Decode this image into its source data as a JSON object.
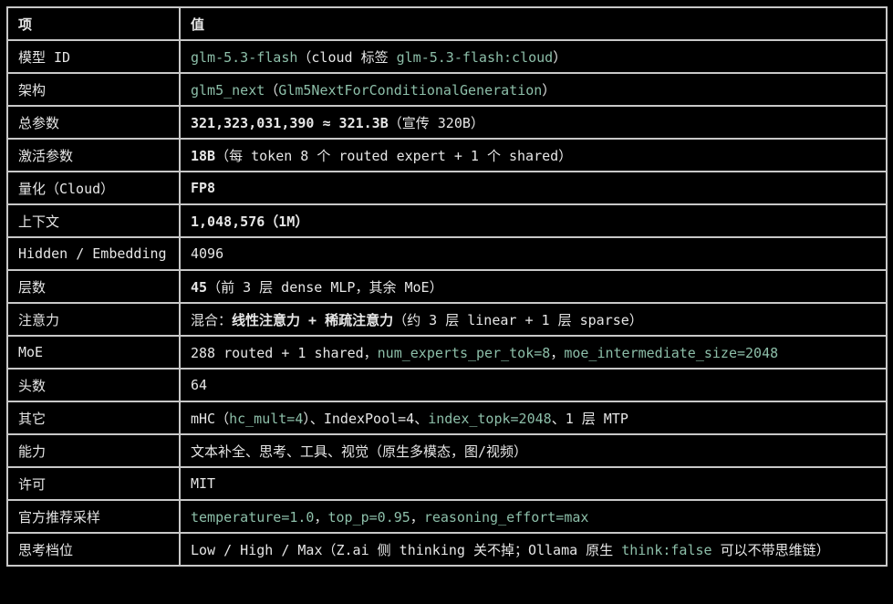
{
  "header": {
    "key": "项",
    "value": "值"
  },
  "rows": [
    {
      "key": "模型 ID",
      "value": [
        {
          "t": "glm-5.3-flash",
          "s": "code"
        },
        {
          "t": "（cloud 标签 ",
          "s": "p"
        },
        {
          "t": "glm-5.3-flash:cloud",
          "s": "code"
        },
        {
          "t": "）",
          "s": "p"
        }
      ]
    },
    {
      "key": "架构",
      "value": [
        {
          "t": "glm5_next",
          "s": "code"
        },
        {
          "t": "（",
          "s": "p"
        },
        {
          "t": "Glm5NextForConditionalGeneration",
          "s": "code"
        },
        {
          "t": "）",
          "s": "p"
        }
      ]
    },
    {
      "key": "总参数",
      "value": [
        {
          "t": "321,323,031,390 ≈ 321.3B",
          "s": "b"
        },
        {
          "t": "（宣传 320B）",
          "s": "p"
        }
      ]
    },
    {
      "key": "激活参数",
      "value": [
        {
          "t": "18B",
          "s": "b"
        },
        {
          "t": "（每 token 8 个 routed expert + 1 个 shared）",
          "s": "p"
        }
      ]
    },
    {
      "key": "量化（Cloud）",
      "value": [
        {
          "t": "FP8",
          "s": "b"
        }
      ]
    },
    {
      "key": "上下文",
      "value": [
        {
          "t": "1,048,576（1M）",
          "s": "b"
        }
      ]
    },
    {
      "key": "Hidden / Embedding",
      "value": [
        {
          "t": "4096",
          "s": "p"
        }
      ]
    },
    {
      "key": "层数",
      "value": [
        {
          "t": "45",
          "s": "b"
        },
        {
          "t": "（前 3 层 dense MLP，其余 MoE）",
          "s": "p"
        }
      ]
    },
    {
      "key": "注意力",
      "value": [
        {
          "t": "混合：",
          "s": "p"
        },
        {
          "t": "线性注意力 + 稀疏注意力",
          "s": "b"
        },
        {
          "t": "（约 3 层 linear + 1 层 sparse）",
          "s": "p"
        }
      ]
    },
    {
      "key": "MoE",
      "value": [
        {
          "t": "288 routed + 1 shared，",
          "s": "p"
        },
        {
          "t": "num_experts_per_tok=8",
          "s": "code"
        },
        {
          "t": "，",
          "s": "p"
        },
        {
          "t": "moe_intermediate_size=2048",
          "s": "code"
        }
      ]
    },
    {
      "key": "头数",
      "value": [
        {
          "t": "64",
          "s": "p"
        }
      ]
    },
    {
      "key": "其它",
      "value": [
        {
          "t": "mHC（",
          "s": "p"
        },
        {
          "t": "hc_mult=4",
          "s": "code"
        },
        {
          "t": "）、IndexPool=4、",
          "s": "p"
        },
        {
          "t": "index_topk=2048",
          "s": "code"
        },
        {
          "t": "、1 层 MTP",
          "s": "p"
        }
      ]
    },
    {
      "key": "能力",
      "value": [
        {
          "t": "文本补全、思考、工具、视觉（原生多模态，图/视频）",
          "s": "p"
        }
      ]
    },
    {
      "key": "许可",
      "value": [
        {
          "t": "MIT",
          "s": "p"
        }
      ]
    },
    {
      "key": "官方推荐采样",
      "value": [
        {
          "t": "temperature=1.0",
          "s": "code"
        },
        {
          "t": "，",
          "s": "p"
        },
        {
          "t": "top_p=0.95",
          "s": "code"
        },
        {
          "t": "，",
          "s": "p"
        },
        {
          "t": "reasoning_effort=max",
          "s": "code"
        }
      ]
    },
    {
      "key": "思考档位",
      "value": [
        {
          "t": "Low / High / Max（Z.ai 侧 thinking 关不掉；Ollama 原生 ",
          "s": "p"
        },
        {
          "t": "think:false",
          "s": "code"
        },
        {
          "t": " 可以不带思维链）",
          "s": "p"
        }
      ]
    }
  ]
}
